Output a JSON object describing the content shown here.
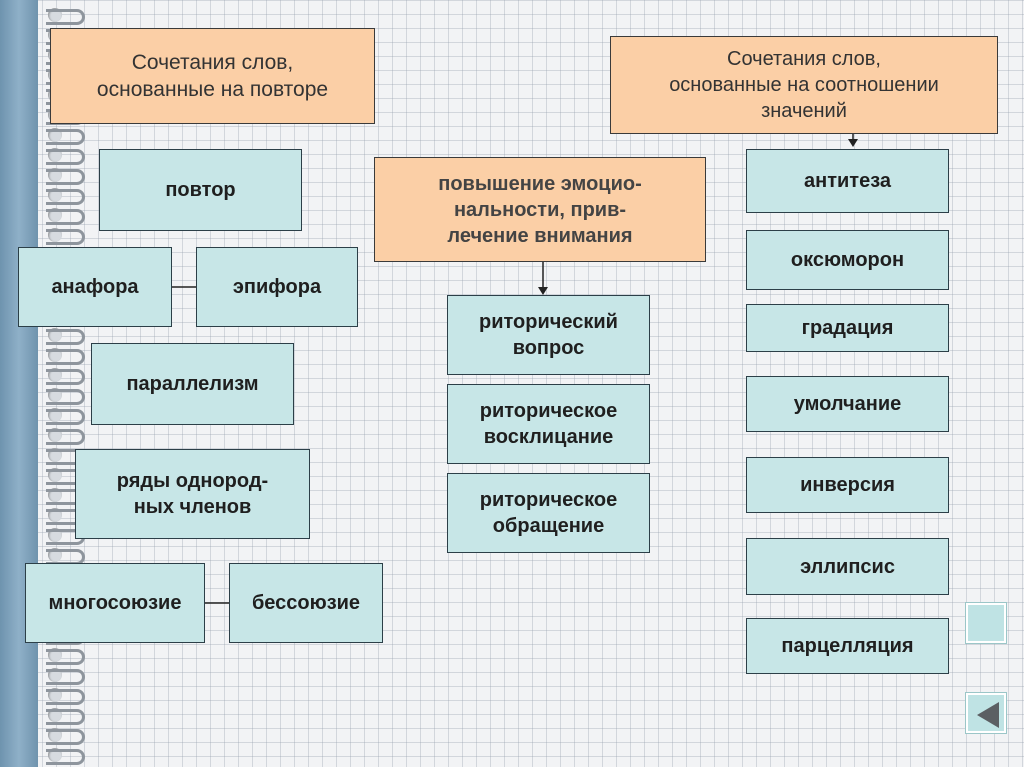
{
  "left_group": {
    "header": "Сочетания слов,\nоснованные на повторе",
    "items": {
      "povtor": "повтор",
      "anafora": "анафора",
      "epifora": "эпифора",
      "parallelizm": "параллелизм",
      "ryady": "ряды однород-\nных членов",
      "mnogosoyuzie": "многосоюзие",
      "bessoyuzie": "бессоюзие"
    }
  },
  "middle_group": {
    "header": "повышение эмоцио-\nнальности,  прив-\nлечение внимания",
    "items": [
      "риторический \nвопрос",
      "риторическое\nвосклицание",
      "риторическое\nобращение"
    ]
  },
  "right_group": {
    "header": "Сочетания слов,\nоснованные на соотношении\nзначений",
    "items": [
      "антитеза",
      "оксюморон",
      "градация",
      "умолчание",
      "инверсия",
      "эллипсис",
      "парцелляция"
    ]
  },
  "colors": {
    "item_fill": "#c7e6e7",
    "header_fill": "#fbcfa6",
    "border": "#2c3f48"
  }
}
